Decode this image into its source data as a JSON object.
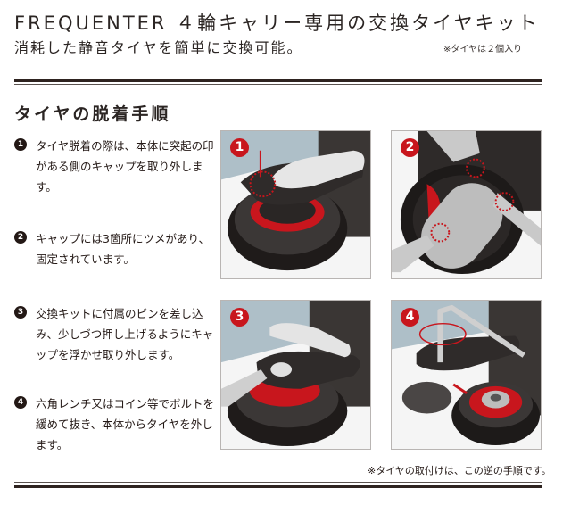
{
  "header": {
    "title": "FREQUENTER ４輪キャリー専用の交換タイヤキット",
    "subtitle": "消耗した静音タイヤを簡単に交換可能。",
    "note": "※タイヤは２個入り"
  },
  "section": {
    "title": "タイヤの脱着手順"
  },
  "steps": [
    {
      "number": "1",
      "text": "タイヤ脱着の際は、本体に突起の印がある側のキャップを取り外します。"
    },
    {
      "number": "2",
      "text": "キャップには3箇所にツメがあり、固定されています。"
    },
    {
      "number": "3",
      "text": "交換キットに付属のピンを差し込み、少しづつ押し上げるようにキャップを浮かせ取り外します。"
    },
    {
      "number": "4",
      "text": "六角レンチ又はコイン等でボルトを緩めて抜き、本体からタイヤを外します。"
    }
  ],
  "illustrations": [
    {
      "badge": "1",
      "alt": "cap-location-illustration"
    },
    {
      "badge": "2",
      "alt": "cap-claws-illustration"
    },
    {
      "badge": "3",
      "alt": "pin-lifting-cap-illustration"
    },
    {
      "badge": "4",
      "alt": "hex-wrench-removing-tire-illustration"
    }
  ],
  "footer": {
    "note": "※タイヤの取付けは、この逆の手順です。"
  },
  "colors": {
    "accent_red": "#c8161d",
    "text": "#231815",
    "rule": "#2e2320",
    "backdrop_blue": "#aebfc8"
  }
}
